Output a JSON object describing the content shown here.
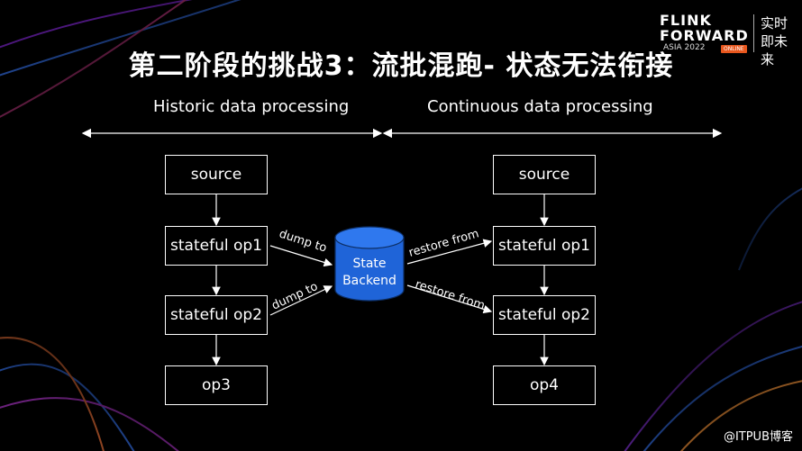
{
  "title": "第二阶段的挑战3：流批混跑- 状态无法衔接",
  "sections": {
    "left": "Historic data processing",
    "right": "Continuous data processing"
  },
  "left_pipeline": [
    "source",
    "stateful op1",
    "stateful op2",
    "op3"
  ],
  "right_pipeline": [
    "source",
    "stateful op1",
    "stateful op2",
    "op4"
  ],
  "state_backend": {
    "line1": "State",
    "line2": "Backend"
  },
  "edges": {
    "dump_to_1": "dump to",
    "dump_to_2": "dump to",
    "restore_from_1": "restore from",
    "restore_from_2": "restore from"
  },
  "brand": {
    "name_line1": "FLINK",
    "name_line2": "FORWARD",
    "sub": "ASIA 2022",
    "tag": "ONLINE",
    "cn": "实时即未来"
  },
  "watermark": "@ITPUB博客",
  "colors": {
    "background": "#000000",
    "foreground": "#ffffff",
    "cylinder": "#1f64d8"
  }
}
